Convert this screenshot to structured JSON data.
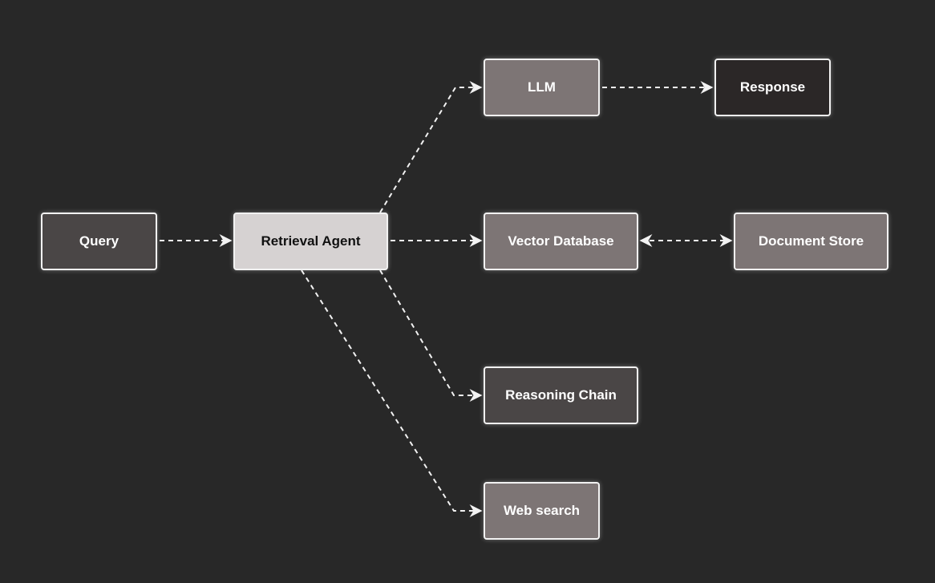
{
  "diagram": {
    "background": "#282828",
    "edge_color": "#f2f2f2",
    "nodes": {
      "query": {
        "label": "Query",
        "fill": "#4a4646"
      },
      "retrieval_agent": {
        "label": "Retrieval Agent",
        "fill": "#d6d2d2"
      },
      "llm": {
        "label": "LLM",
        "fill": "#7d7575"
      },
      "response": {
        "label": "Response",
        "fill": "#2b2727"
      },
      "vector_database": {
        "label": "Vector Database",
        "fill": "#7d7575"
      },
      "document_store": {
        "label": "Document Store",
        "fill": "#7d7575"
      },
      "reasoning_chain": {
        "label": "Reasoning Chain",
        "fill": "#4a4646"
      },
      "web_search": {
        "label": "Web search",
        "fill": "#7d7575"
      }
    },
    "edges": [
      {
        "from": "query",
        "to": "retrieval_agent",
        "style": "dashed",
        "direction": "forward"
      },
      {
        "from": "retrieval_agent",
        "to": "llm",
        "style": "dashed",
        "direction": "forward"
      },
      {
        "from": "retrieval_agent",
        "to": "vector_database",
        "style": "dashed",
        "direction": "forward"
      },
      {
        "from": "retrieval_agent",
        "to": "reasoning_chain",
        "style": "dashed",
        "direction": "forward"
      },
      {
        "from": "retrieval_agent",
        "to": "web_search",
        "style": "dashed",
        "direction": "forward"
      },
      {
        "from": "llm",
        "to": "response",
        "style": "dashed",
        "direction": "forward"
      },
      {
        "from": "vector_database",
        "to": "document_store",
        "style": "dashed",
        "direction": "both"
      }
    ]
  }
}
